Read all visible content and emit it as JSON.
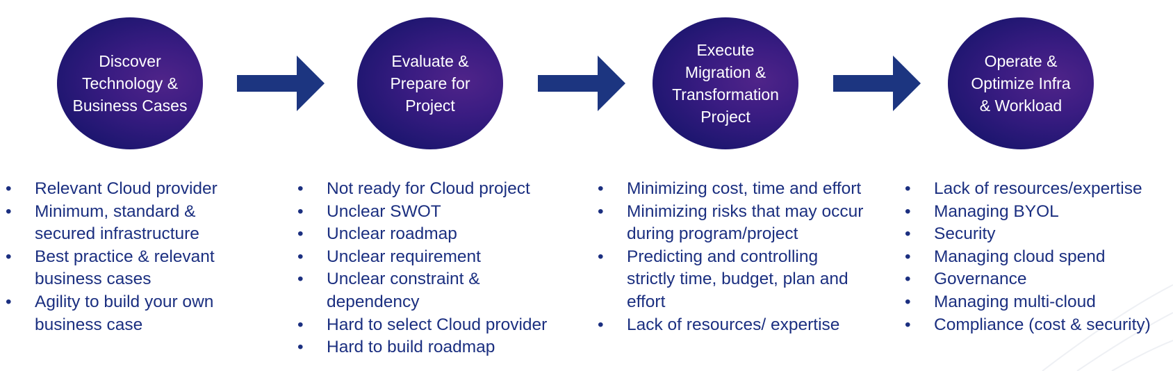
{
  "colors": {
    "stage_fill": "#1e1670",
    "stage_highlight": "#4f2489",
    "arrow": "#1c3580",
    "bullet_text": "#1b2f80",
    "stage_text": "#ffffff"
  },
  "stages": [
    {
      "label": "Discover\nTechnology &\nBusiness Cases",
      "items": [
        "Relevant Cloud provider",
        "Minimum, standard & secured infrastructure",
        "Best practice & relevant business cases",
        "Agility to build your own business case"
      ]
    },
    {
      "label": "Evaluate &\nPrepare for\nProject",
      "items": [
        "Not ready for Cloud project",
        "Unclear SWOT",
        "Unclear roadmap",
        "Unclear requirement",
        "Unclear constraint & dependency",
        "Hard to select Cloud provider",
        "Hard to build roadmap"
      ]
    },
    {
      "label": "Execute\nMigration &\nTransformation\nProject",
      "items": [
        "Minimizing cost, time and effort",
        "Minimizing risks that may occur during program/project",
        "Predicting and controlling strictly time, budget, plan and effort",
        "Lack of resources/ expertise"
      ]
    },
    {
      "label": "Operate &\nOptimize Infra\n& Workload",
      "items": [
        "Lack of resources/expertise",
        "Managing BYOL",
        "Security",
        "Managing cloud spend",
        "Governance",
        "Managing multi-cloud",
        "Compliance (cost & security)"
      ]
    }
  ]
}
